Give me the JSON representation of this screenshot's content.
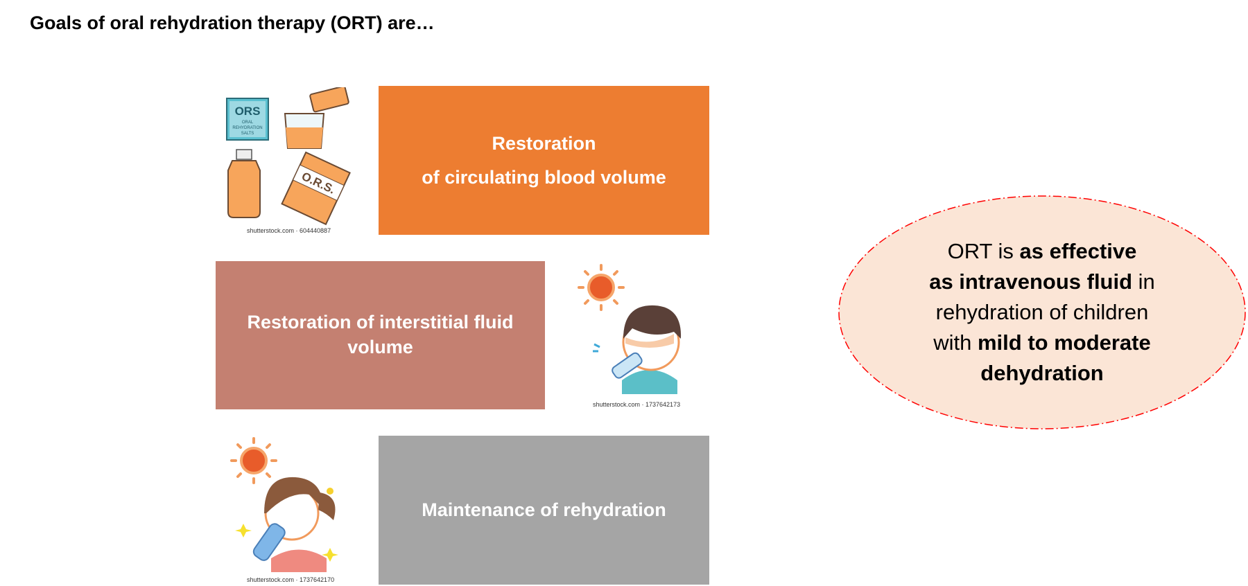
{
  "title": "Goals of oral rehydration therapy (ORT) are…",
  "goals": [
    {
      "line1": "Restoration",
      "line2": "of circulating blood volume",
      "color": "#ED7D31"
    },
    {
      "label": "Restoration of interstitial fluid volume",
      "color": "#C48071"
    },
    {
      "label": "Maintenance of rehydration",
      "color": "#A5A5A5"
    }
  ],
  "images": [
    {
      "caption": "shutterstock.com · 604440887",
      "ors_label": "ORS",
      "ors_sub1": "ORAL",
      "ors_sub2": "REHYDRATION",
      "ors_sub3": "SALTS",
      "packet_label": "O.R.S."
    },
    {
      "caption": "shutterstock.com · 1737642173"
    },
    {
      "caption": "shutterstock.com · 1737642170"
    }
  ],
  "callout": {
    "l1_normal": "ORT is ",
    "l1_bold": "as effective",
    "l2_bold": "as intravenous fluid",
    "l2_normal": " in",
    "l3_normal": "rehydration of children",
    "l4_normal": "with ",
    "l4_bold": "mild to moderate",
    "l5_bold": "dehydration",
    "fill": "#FBE5D6",
    "border": "#FF0000"
  }
}
